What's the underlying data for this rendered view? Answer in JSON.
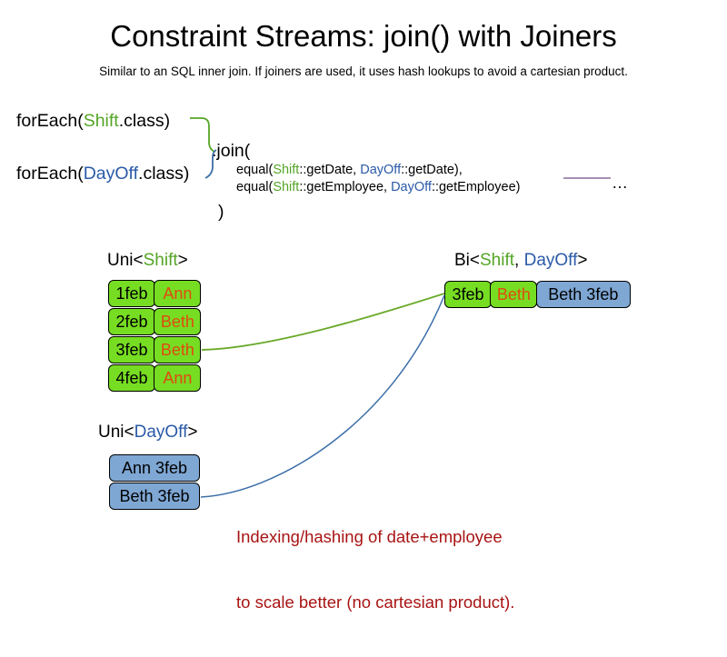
{
  "slide": {
    "title": "Constraint Streams: join() with Joiners",
    "subtitle": "Similar to an SQL inner join. If joiners are used, it uses hash lookups to avoid a cartesian product."
  },
  "colors": {
    "shift_green_text": "#55a527",
    "dayoff_blue_text": "#2a5aa8",
    "fact_green_fill": "#77dd23",
    "fact_blue_fill": "#7fa7d4",
    "name_orange": "#e04a10",
    "annotation_red": "#a81414",
    "wire_green": "#55a527",
    "wire_blue": "#3b6ea8",
    "rule_purple": "#9b7fa8"
  },
  "code": {
    "foreach_shift": {
      "prefix": "forEach(",
      "type": "Shift",
      "suffix": ".class)"
    },
    "foreach_dayoff": {
      "prefix": "forEach(",
      "type": "DayOff",
      "suffix": ".class)"
    },
    "join_open": ".join(",
    "join_close": ")",
    "args": [
      {
        "fn": "equal(",
        "left_type": "Shift",
        "left_method": "::getDate, ",
        "right_type": "DayOff",
        "right_method": "::getDate),"
      },
      {
        "fn": "equal(",
        "left_type": "Shift",
        "left_method": "::getEmployee, ",
        "right_type": "DayOff",
        "right_method": "::getEmployee)"
      }
    ],
    "ellipsis": "…"
  },
  "streams": {
    "uni_shift": {
      "label_prefix": "Uni<",
      "label_type": "Shift",
      "label_suffix": ">",
      "rows": [
        {
          "date": "1feb",
          "employee": "Ann"
        },
        {
          "date": "2feb",
          "employee": "Beth"
        },
        {
          "date": "3feb",
          "employee": "Beth"
        },
        {
          "date": "4feb",
          "employee": "Ann"
        }
      ]
    },
    "uni_dayoff": {
      "label_prefix": "Uni<",
      "label_type": "DayOff",
      "label_suffix": ">",
      "rows": [
        {
          "pair": "Ann 3feb"
        },
        {
          "pair": "Beth 3feb"
        }
      ]
    },
    "bi": {
      "label_prefix": "Bi<",
      "label_type_a": "Shift",
      "label_comma": ", ",
      "label_type_b": "DayOff",
      "label_suffix": ">",
      "row": {
        "date": "3feb",
        "employee": "Beth",
        "pair": "Beth 3feb"
      }
    }
  },
  "annotation": {
    "line1": "Indexing/hashing of date+employee",
    "line2": "to scale better (no cartesian product)."
  }
}
